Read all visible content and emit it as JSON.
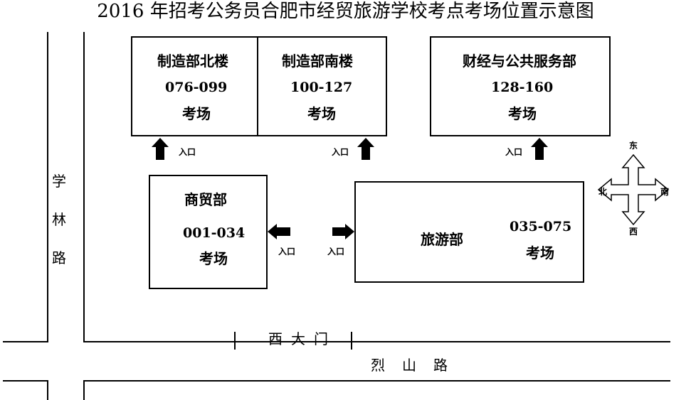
{
  "title": "2016 年招考公务员合肥市经贸旅游学校考点考场位置示意图",
  "buildings": {
    "north_building": {
      "name": "制造部北楼",
      "range": "076-099",
      "room": "考场"
    },
    "south_building": {
      "name": "制造部南楼",
      "range": "100-127",
      "room": "考场"
    },
    "finance": {
      "name": "财经与公共服务部",
      "range": "128-160",
      "room": "考场"
    },
    "commerce": {
      "name": "商贸部",
      "range": "001-034",
      "room": "考场"
    },
    "tourism": {
      "name": "旅游部",
      "range": "035-075",
      "room": "考场"
    }
  },
  "entrance_label": "入口",
  "compass": {
    "east": "东",
    "west": "西",
    "south": "南",
    "north": "北"
  },
  "roads": {
    "xuelin": [
      "学",
      "林",
      "路"
    ],
    "west_gate": "西大门",
    "lieshan": "烈山路"
  },
  "colors": {
    "ink": "#000000",
    "background": "#ffffff"
  }
}
